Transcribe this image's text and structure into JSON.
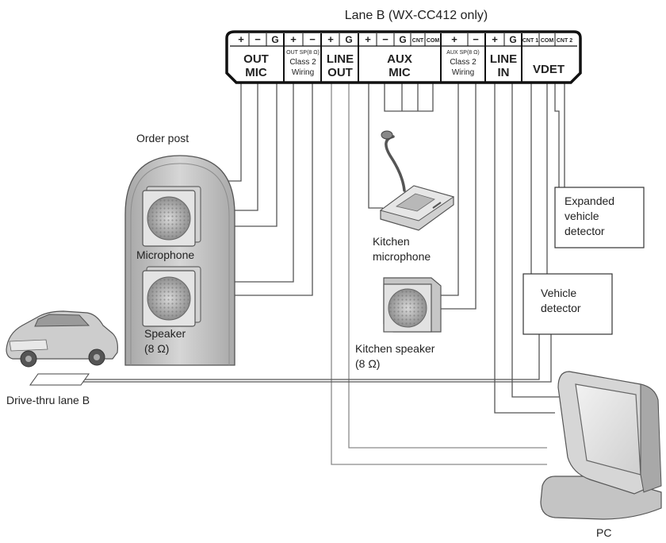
{
  "title": "Lane B (WX-CC412 only)",
  "terminal_block": {
    "terminals": [
      "+",
      "−",
      "G",
      "+",
      "−",
      "+",
      "G",
      "+",
      "−",
      "G",
      "CNT",
      "COM",
      "+",
      "−",
      "+",
      "G",
      "CNT 1",
      "COM",
      "CNT 2"
    ],
    "groups": {
      "out_mic": {
        "line1": "OUT",
        "line2": "MIC"
      },
      "out_sp": {
        "line1": "OUT SP(8 Ω)",
        "line2": "Class 2",
        "line3": "Wiring"
      },
      "line_out": {
        "line1": "LINE",
        "line2": "OUT"
      },
      "aux_mic": {
        "line1": "AUX",
        "line2": "MIC"
      },
      "aux_sp": {
        "line1": "AUX SP(8 Ω)",
        "line2": "Class 2",
        "line3": "Wiring"
      },
      "line_in": {
        "line1": "LINE",
        "line2": "IN"
      },
      "vdet": {
        "line1": "VDET"
      }
    }
  },
  "labels": {
    "order_post": "Order post",
    "microphone": "Microphone",
    "speaker_line1": "Speaker",
    "speaker_line2": "(8 Ω)",
    "kitchen_mic_line1": "Kitchen",
    "kitchen_mic_line2": "microphone",
    "kitchen_speaker_line1": "Kitchen speaker",
    "kitchen_speaker_line2": "(8 Ω)",
    "expanded_vd_line1": "Expanded",
    "expanded_vd_line2": "vehicle",
    "expanded_vd_line3": "detector",
    "vd_line1": "Vehicle",
    "vd_line2": "detector",
    "drive_thru": "Drive-thru lane B",
    "pc": "PC"
  },
  "colors": {
    "line": "#222222",
    "wire": "#555555",
    "wire_light": "#8a8a8a",
    "device_gray": "#b8b8b8",
    "device_dark": "#8c8c8c"
  }
}
